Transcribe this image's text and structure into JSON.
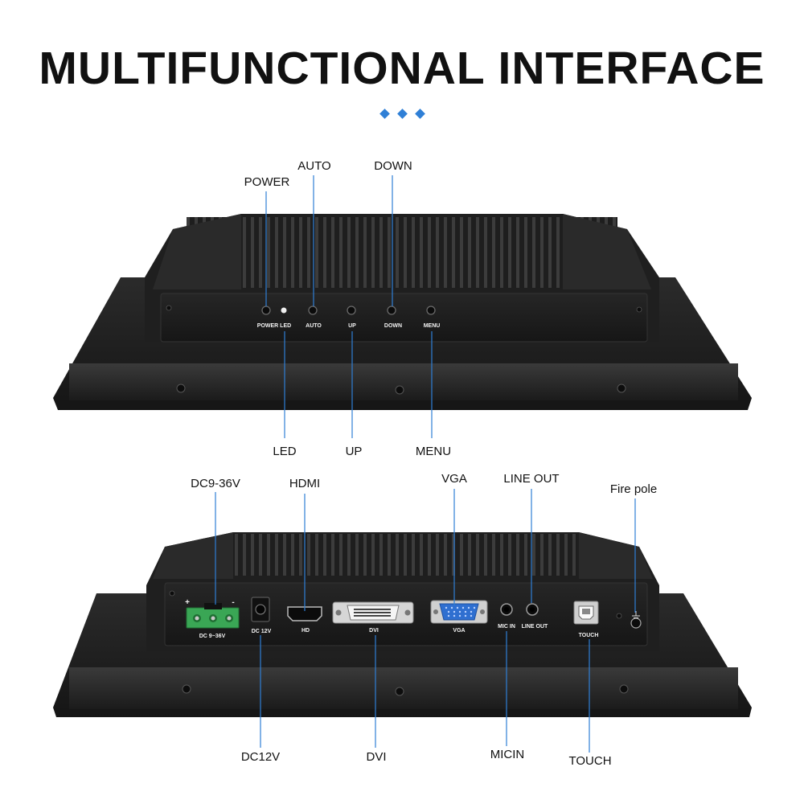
{
  "title": "MULTIFUNCTIONAL INTERFACE",
  "accent_color": "#2f7fd6",
  "top_panel": {
    "callouts": {
      "power": "POWER",
      "auto": "AUTO",
      "down": "DOWN",
      "led": "LED",
      "up": "UP",
      "menu": "MENU"
    },
    "button_labels": {
      "power_led": "POWER LED",
      "auto": "AUTO",
      "up": "UP",
      "down": "DOWN",
      "menu": "MENU"
    }
  },
  "bottom_panel": {
    "callouts": {
      "dc9_36v": "DC9-36V",
      "hdmi": "HDMI",
      "vga": "VGA",
      "line_out": "LINE OUT",
      "fire_pole": "Fire pole",
      "dc12v": "DC12V",
      "dvi": "DVI",
      "micin": "MICIN",
      "touch": "TOUCH"
    },
    "port_labels": {
      "dc9_36v": "DC 9~36V",
      "dc12v": "DC 12V",
      "hd": "HD",
      "dvi": "DVI",
      "vga": "VGA",
      "mic_in": "MIC IN",
      "line_out": "LINE OUT",
      "touch": "TOUCH",
      "plus": "+",
      "minus": "-"
    }
  }
}
